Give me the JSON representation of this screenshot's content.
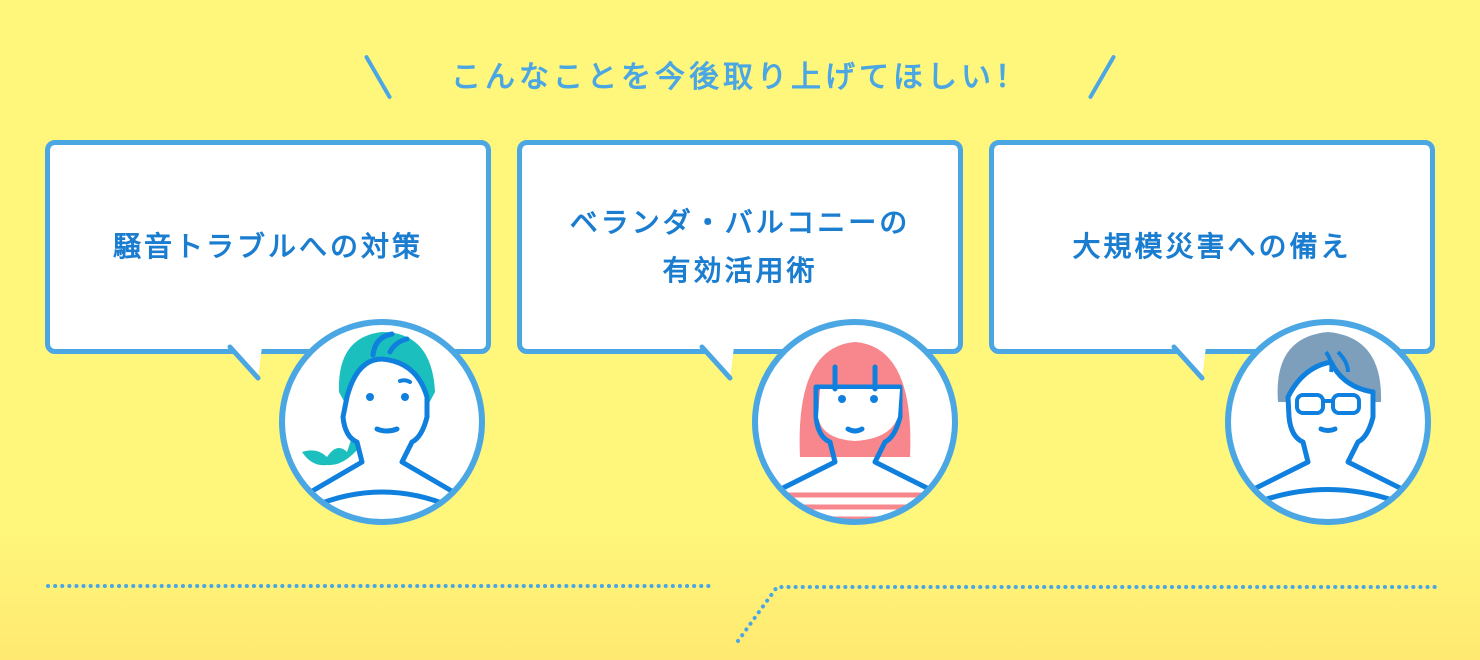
{
  "heading": "こんなことを今後取り上げてほしい！",
  "bubbles": [
    {
      "text": "騒音トラブルへの対策",
      "avatar": "woman-teal-braid"
    },
    {
      "text": "ベランダ・バルコニーの\n有効活用術",
      "line1": "ベランダ・バルコニーの",
      "line2": "有効活用術",
      "avatar": "woman-pink-hair"
    },
    {
      "text": "大規模災害への備え",
      "avatar": "man-gray-glasses"
    }
  ],
  "colors": {
    "background": "#fff67c",
    "border": "#4ba7e4",
    "text": "#1a7dd0",
    "teal": "#1bbfbd",
    "pink": "#f7878d",
    "gray": "#7d9fbc"
  }
}
